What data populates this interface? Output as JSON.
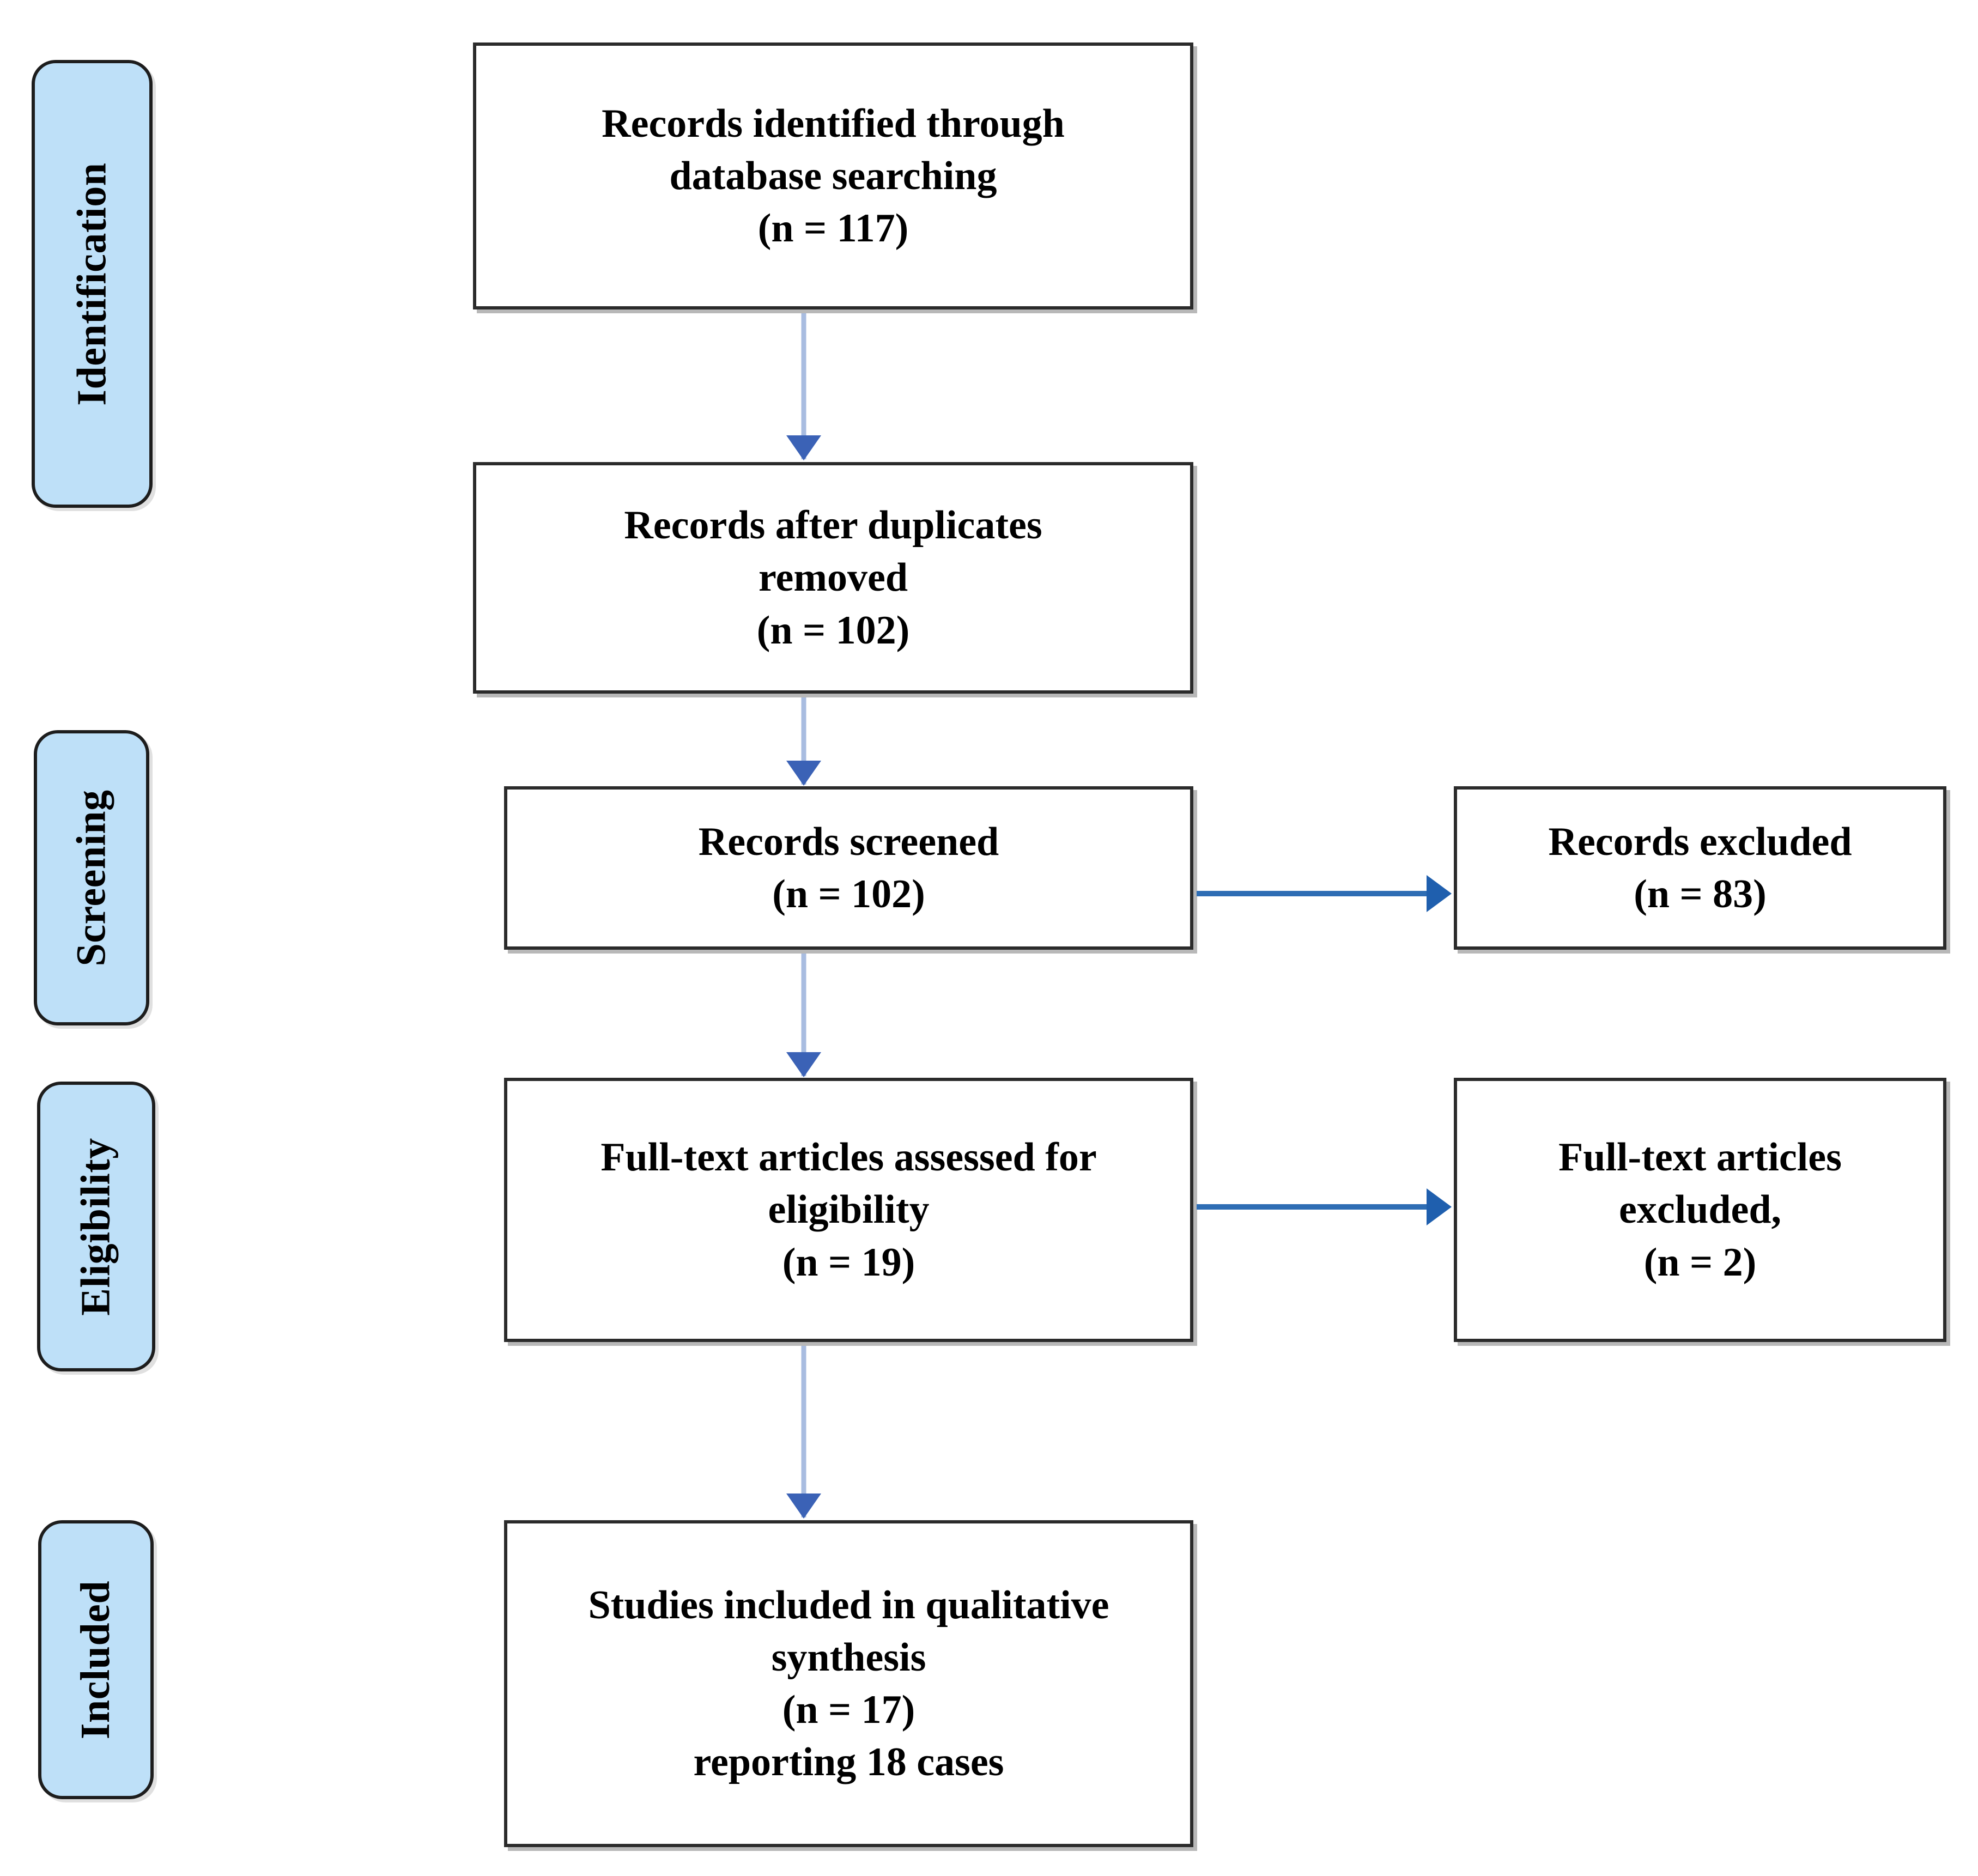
{
  "diagram": {
    "type": "prisma-flow-diagram",
    "colors": {
      "stage_tab_fill": "#BEE0F8",
      "stage_tab_border": "#1d1d1d",
      "box_border": "#2b2b2b",
      "box_fill": "#ffffff",
      "arrow_vertical_shaft": "#A8BCE0",
      "arrow_vertical_head": "#3B62B6",
      "arrow_horizontal": "#2E6DB4",
      "text": "#000000",
      "background": "#ffffff"
    },
    "stages": [
      {
        "id": "identification",
        "label": "Identification"
      },
      {
        "id": "screening",
        "label": "Screening"
      },
      {
        "id": "eligibility",
        "label": "Eligibility"
      },
      {
        "id": "included",
        "label": "Included"
      }
    ],
    "boxes": [
      {
        "id": "records-identified",
        "stage": "identification",
        "column": "main",
        "text": "Records identified through\ndatabase searching\n(n = 117)",
        "count_label": "(n = 117)",
        "count": 117
      },
      {
        "id": "records-after-duplicates",
        "stage": "identification",
        "column": "main",
        "text": "Records after duplicates\nremoved\n(n = 102)",
        "count_label": "(n = 102)",
        "count": 102
      },
      {
        "id": "records-screened",
        "stage": "screening",
        "column": "main",
        "text": "Records screened\n(n = 102)",
        "count_label": "(n = 102)",
        "count": 102
      },
      {
        "id": "records-excluded",
        "stage": "screening",
        "column": "side",
        "text": "Records excluded\n(n = 83)",
        "count_label": "(n = 83)",
        "count": 83
      },
      {
        "id": "fulltext-assessed",
        "stage": "eligibility",
        "column": "main",
        "text": "Full-text articles assessed for\neligibility\n(n = 19)",
        "count_label": "(n = 19)",
        "count": 19
      },
      {
        "id": "fulltext-excluded",
        "stage": "eligibility",
        "column": "side",
        "text": "Full-text articles\nexcluded,\n(n = 2)",
        "count_label": "(n = 2)",
        "count": 2
      },
      {
        "id": "studies-included",
        "stage": "included",
        "column": "main",
        "text": "Studies included in qualitative\nsynthesis\n(n = 17)\nreporting 18 cases",
        "count_label": "(n = 17)",
        "count": 17,
        "extra_label": "reporting 18 cases",
        "cases": 18
      }
    ],
    "connectors": [
      {
        "id": "arrow-identified-to-duplicates",
        "from": "records-identified",
        "to": "records-after-duplicates",
        "direction": "down"
      },
      {
        "id": "arrow-duplicates-to-screened",
        "from": "records-after-duplicates",
        "to": "records-screened",
        "direction": "down"
      },
      {
        "id": "arrow-screened-to-excluded",
        "from": "records-screened",
        "to": "records-excluded",
        "direction": "right"
      },
      {
        "id": "arrow-screened-to-fulltext",
        "from": "records-screened",
        "to": "fulltext-assessed",
        "direction": "down"
      },
      {
        "id": "arrow-fulltext-to-excluded",
        "from": "fulltext-assessed",
        "to": "fulltext-excluded",
        "direction": "right"
      },
      {
        "id": "arrow-fulltext-to-included",
        "from": "fulltext-assessed",
        "to": "studies-included",
        "direction": "down"
      }
    ]
  }
}
